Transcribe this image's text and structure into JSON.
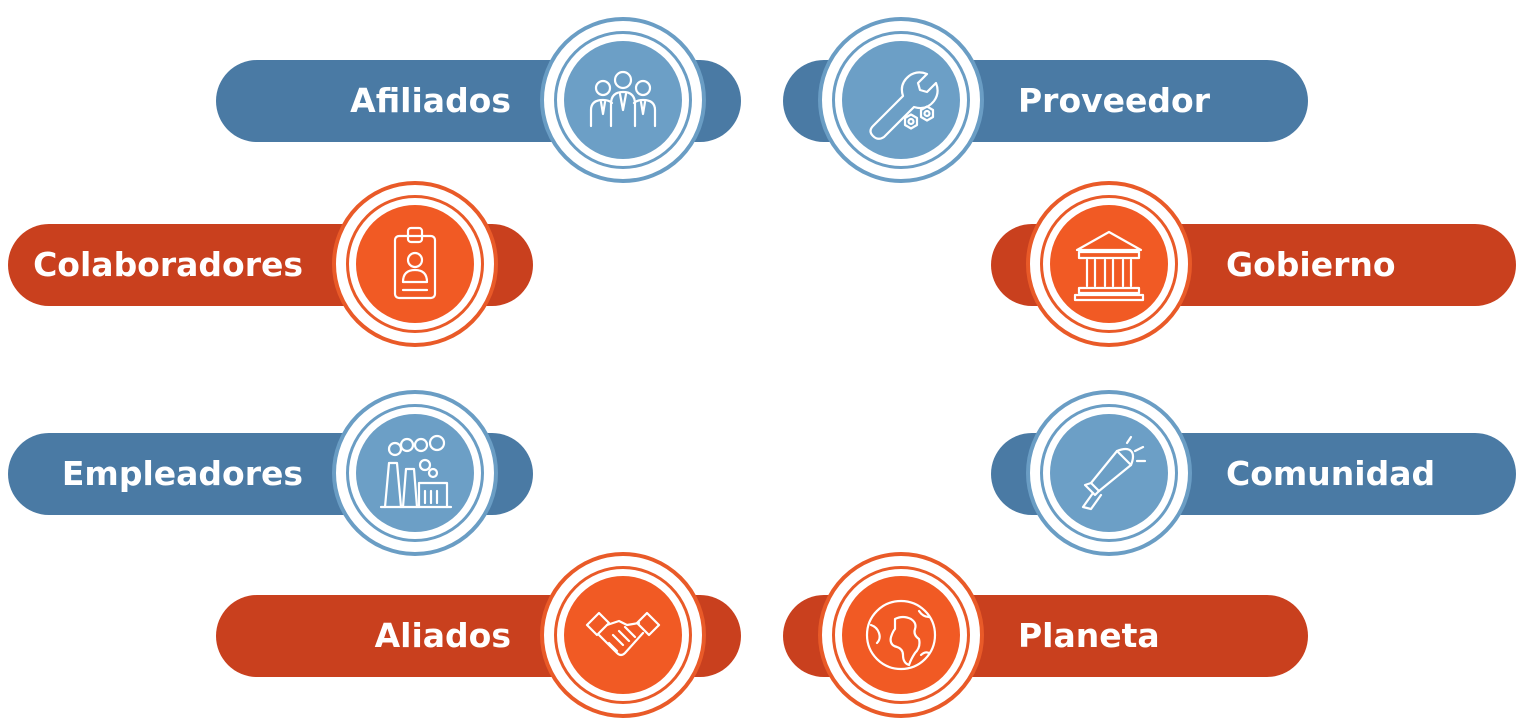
{
  "colors": {
    "blue_pill": "#4a7aa4",
    "blue_ring": "#6a9dc4",
    "blue_disc": "#6c9fc6",
    "orange_pill": "#c9401e",
    "orange_ring": "#e95a28",
    "orange_disc": "#f15a24"
  },
  "stakeholders": [
    {
      "label": "Afiliados",
      "icon": "business-group-icon",
      "side": "left",
      "color": "blue"
    },
    {
      "label": "Proveedor",
      "icon": "wrench-nuts-icon",
      "side": "right",
      "color": "blue"
    },
    {
      "label": "Colaboradores",
      "icon": "id-badge-icon",
      "side": "left",
      "color": "orange"
    },
    {
      "label": "Gobierno",
      "icon": "government-building-icon",
      "side": "right",
      "color": "orange"
    },
    {
      "label": "Empleadores",
      "icon": "factory-icon",
      "side": "left",
      "color": "blue"
    },
    {
      "label": "Comunidad",
      "icon": "megaphone-icon",
      "side": "right",
      "color": "blue"
    },
    {
      "label": "Aliados",
      "icon": "handshake-icon",
      "side": "left",
      "color": "orange"
    },
    {
      "label": "Planeta",
      "icon": "globe-icon",
      "side": "right",
      "color": "orange"
    }
  ]
}
